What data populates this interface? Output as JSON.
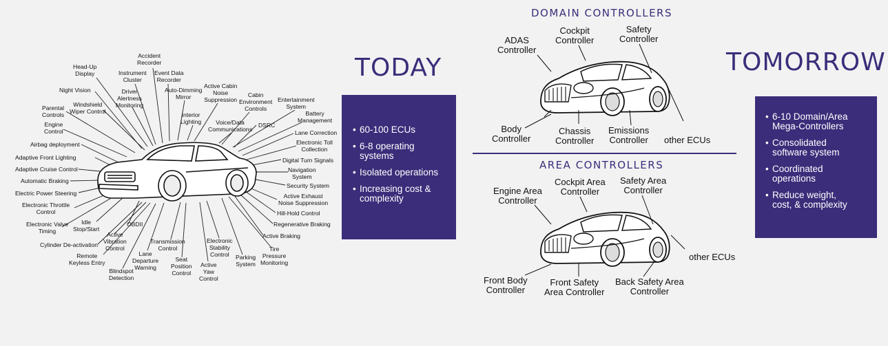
{
  "today": {
    "title": "TODAY",
    "bullets": [
      "60-100 ECUs",
      "6-8 operating\nsystems",
      "Isolated operations",
      "Increasing cost &\ncomplexity"
    ],
    "labels": [
      "Accident\nRecorder",
      "Head-Up\nDisplay",
      "Instrument\nCluster",
      "Event Data\nRecorder",
      "Active Cabin\nNoise\nSuppression",
      "Night Vision",
      "Driver\nAlertness\nMonitoring",
      "Auto-Dimming\nMirror",
      "Cabin\nEnvironment\nControls",
      "Entertainment\nSystem",
      "Parental\nControls",
      "Windshield\nWiper Control",
      "Battery\nManagement",
      "Engine\nControl",
      "Interior\nLighting",
      "Voice/Data\nCommunications",
      "DSRC",
      "Lane Correction",
      "Electronic Toll\nCollection",
      "Airbag deployment",
      "Adaptive Front Lighting",
      "Digital Turn Signals",
      "Adaptive Cruise Control",
      "Navigation\nSystem",
      "Automatic Braking",
      "Security System",
      "Electric Power Steering",
      "Active Exhaust\nNoise Suppression",
      "Electronic Throttle\nControl",
      "Hill-Hold Control",
      "Idle\nStop/Start",
      "OBDII",
      "Electronic Valve\nTiming",
      "Regenerative Braking",
      "Active\nVibration\nControl",
      "Electronic\nStability\nControl",
      "Cylinder De-activation",
      "Transmission\nControl",
      "Active Braking",
      "Tire\nPressure\nMonitoring",
      "Remote\nKeyless Entry",
      "Lane\nDeparture\nWarning",
      "Seat\nPosition\nControl",
      "Active\nYaw\nControl",
      "Parking\nSystem",
      "Blindspot\nDetection"
    ]
  },
  "domain": {
    "title": "DOMAIN CONTROLLERS",
    "labels": [
      "ADAS\nController",
      "Cockpit\nController",
      "Safety\nController",
      "Body\nController",
      "Chassis\nController",
      "Emissions\nController",
      "other ECUs"
    ]
  },
  "area": {
    "title": "AREA CONTROLLERS",
    "labels": [
      "Engine Area\nController",
      "Cockpit Area\nController",
      "Safety Area\nController",
      "other ECUs",
      "Front Body\nController",
      "Front Safety\nArea Controller",
      "Back Safety Area\nController"
    ]
  },
  "tomorrow": {
    "title": "TOMORROW",
    "bullets": [
      "6-10 Domain/Area\nMega-Controllers",
      "Consolidated\nsoftware system",
      "Coordinated\noperations",
      "Reduce weight,\ncost, & complexity"
    ]
  },
  "colors": {
    "accent": "#3b2d7a",
    "background": "#f2f2f2"
  }
}
